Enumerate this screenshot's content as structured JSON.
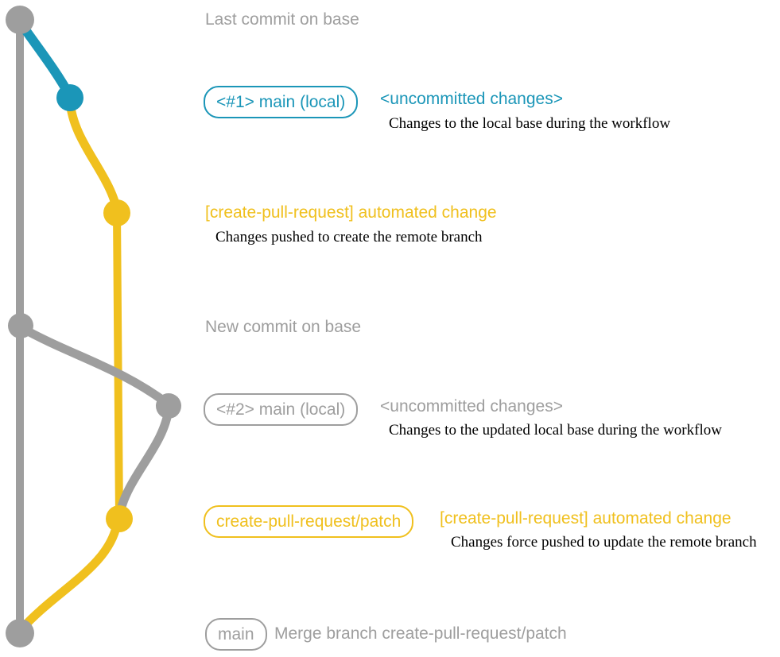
{
  "colors": {
    "gray": "#9e9e9e",
    "teal": "#1b96b8",
    "yellow": "#f0c01e",
    "ink": "#000000",
    "bg": "#ffffff"
  },
  "graph": {
    "branches": [
      {
        "name": "base",
        "color": "#9e9e9e"
      },
      {
        "name": "main-local",
        "color": "#1b96b8"
      },
      {
        "name": "create-pull-request-patch",
        "color": "#f0c01e"
      }
    ],
    "nodes": [
      {
        "name": "last-commit-on-base",
        "color": "gray"
      },
      {
        "name": "uncommitted-changes-1",
        "color": "teal"
      },
      {
        "name": "automated-change-1",
        "color": "yellow"
      },
      {
        "name": "new-commit-on-base",
        "color": "gray"
      },
      {
        "name": "uncommitted-changes-2",
        "color": "gray"
      },
      {
        "name": "automated-change-2",
        "color": "yellow"
      },
      {
        "name": "merge-commit",
        "color": "gray"
      }
    ]
  },
  "rows": {
    "row1": {
      "title": "Last commit on base"
    },
    "row2": {
      "badge": "<#1> main (local)",
      "title": "<uncommitted changes>",
      "desc": "Changes to the local base during the workflow"
    },
    "row3": {
      "title": "[create-pull-request] automated change",
      "desc": "Changes pushed to create the remote branch"
    },
    "row4": {
      "title": "New commit on base"
    },
    "row5": {
      "badge": "<#2> main (local)",
      "title": "<uncommitted changes>",
      "desc": "Changes to the updated local base during the workflow"
    },
    "row6": {
      "badge": "create-pull-request/patch",
      "title": "[create-pull-request] automated change",
      "desc": "Changes force pushed to update the remote branch"
    },
    "row7": {
      "badge": "main",
      "title": "Merge branch create-pull-request/patch"
    }
  }
}
